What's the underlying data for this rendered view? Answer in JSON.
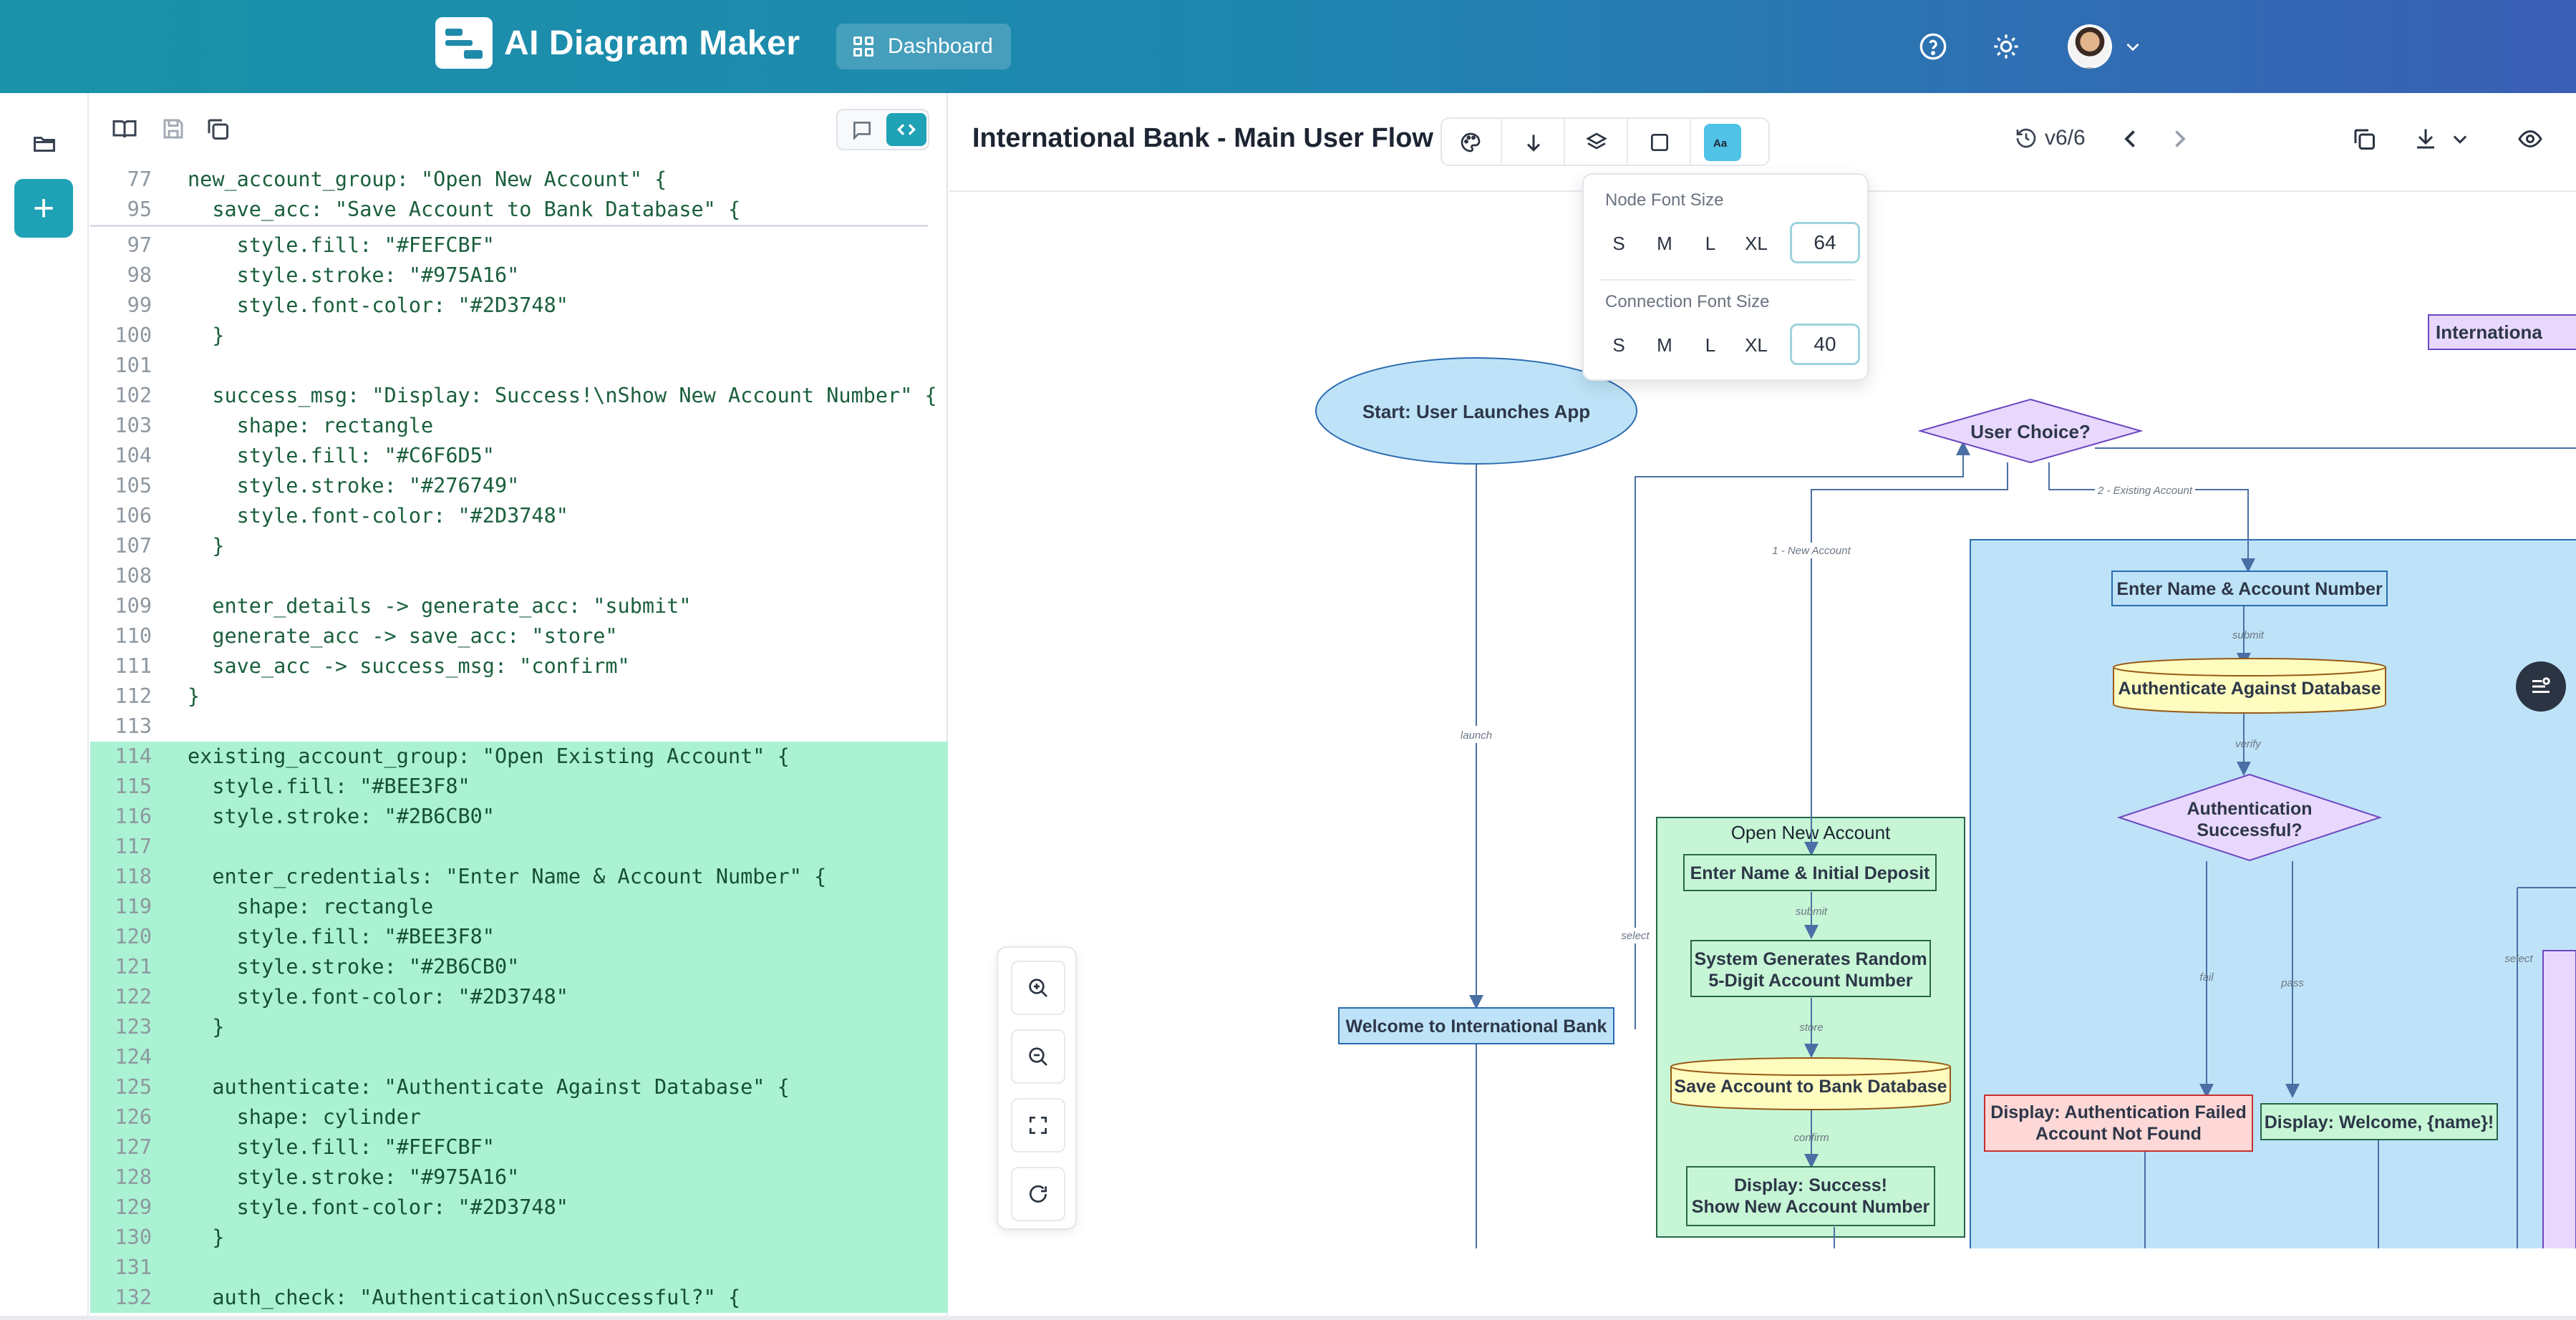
{
  "app": {
    "name": "AI Diagram Maker",
    "dashboard_label": "Dashboard"
  },
  "editor": {
    "sticky": [
      {
        "n": "77",
        "t": "new_account_group: \"Open New Account\" {"
      },
      {
        "n": "95",
        "t": "  save_acc: \"Save Account to Bank Database\" {"
      }
    ],
    "lines": [
      {
        "n": "97",
        "t": "    style.fill: \"#FEFCBF\""
      },
      {
        "n": "98",
        "t": "    style.stroke: \"#975A16\""
      },
      {
        "n": "99",
        "t": "    style.font-color: \"#2D3748\""
      },
      {
        "n": "100",
        "t": "  }"
      },
      {
        "n": "101",
        "t": ""
      },
      {
        "n": "102",
        "t": "  success_msg: \"Display: Success!\\nShow New Account Number\" {"
      },
      {
        "n": "103",
        "t": "    shape: rectangle"
      },
      {
        "n": "104",
        "t": "    style.fill: \"#C6F6D5\""
      },
      {
        "n": "105",
        "t": "    style.stroke: \"#276749\""
      },
      {
        "n": "106",
        "t": "    style.font-color: \"#2D3748\""
      },
      {
        "n": "107",
        "t": "  }"
      },
      {
        "n": "108",
        "t": ""
      },
      {
        "n": "109",
        "t": "  enter_details -> generate_acc: \"submit\""
      },
      {
        "n": "110",
        "t": "  generate_acc -> save_acc: \"store\""
      },
      {
        "n": "111",
        "t": "  save_acc -> success_msg: \"confirm\""
      },
      {
        "n": "112",
        "t": "}"
      },
      {
        "n": "113",
        "t": ""
      },
      {
        "n": "114",
        "t": "existing_account_group: \"Open Existing Account\" {"
      },
      {
        "n": "115",
        "t": "  style.fill: \"#BEE3F8\""
      },
      {
        "n": "116",
        "t": "  style.stroke: \"#2B6CB0\""
      },
      {
        "n": "117",
        "t": ""
      },
      {
        "n": "118",
        "t": "  enter_credentials: \"Enter Name & Account Number\" {"
      },
      {
        "n": "119",
        "t": "    shape: rectangle"
      },
      {
        "n": "120",
        "t": "    style.fill: \"#BEE3F8\""
      },
      {
        "n": "121",
        "t": "    style.stroke: \"#2B6CB0\""
      },
      {
        "n": "122",
        "t": "    style.font-color: \"#2D3748\""
      },
      {
        "n": "123",
        "t": "  }"
      },
      {
        "n": "124",
        "t": ""
      },
      {
        "n": "125",
        "t": "  authenticate: \"Authenticate Against Database\" {"
      },
      {
        "n": "126",
        "t": "    shape: cylinder"
      },
      {
        "n": "127",
        "t": "    style.fill: \"#FEFCBF\""
      },
      {
        "n": "128",
        "t": "    style.stroke: \"#975A16\""
      },
      {
        "n": "129",
        "t": "    style.font-color: \"#2D3748\""
      },
      {
        "n": "130",
        "t": "  }"
      },
      {
        "n": "131",
        "t": ""
      },
      {
        "n": "132",
        "t": "  auth_check: \"Authentication\\nSuccessful?\" {"
      }
    ],
    "highlight_from": "114"
  },
  "canvas": {
    "title": "International Bank - Main User Flow",
    "version": "v6/6"
  },
  "font_popover": {
    "node_label": "Node Font Size",
    "connection_label": "Connection Font Size",
    "options": [
      "S",
      "M",
      "L",
      "XL"
    ],
    "node_value": "64",
    "connection_value": "40"
  },
  "diagram": {
    "start": "Start: User Launches App",
    "choice": "User Choice?",
    "welcome": "Welcome to International Bank",
    "partial_title": "Internationa",
    "new_group": "Open New Account",
    "enter_deposit": "Enter Name & Initial Deposit",
    "generate_1": "System Generates Random",
    "generate_2": "5-Digit Account Number",
    "save_db": "Save Account to Bank Database",
    "success_1": "Display: Success!",
    "success_2": "Show New Account Number",
    "enter_name_acc": "Enter Name & Account Number",
    "auth_db": "Authenticate Against Database",
    "auth_q1": "Authentication",
    "auth_q2": "Successful?",
    "fail_1": "Display: Authentication Failed",
    "fail_2": "Account Not Found",
    "welcome_name": "Display: Welcome, {name}!",
    "edge_launch": "launch",
    "edge_select": "select",
    "edge_select2": "select",
    "edge_new": "1 - New Account",
    "edge_existing": "2 - Existing Account",
    "edge_submit": "submit",
    "edge_store": "store",
    "edge_confirm": "confirm",
    "edge_submit2": "submit",
    "edge_verify": "verify",
    "edge_fail": "fail",
    "edge_pass": "pass"
  },
  "colors": {
    "header_start": "#1a93a8",
    "header_end": "#3a5fb5",
    "accent": "#1fa1b6",
    "code_highlight": "#aaf2d3"
  }
}
